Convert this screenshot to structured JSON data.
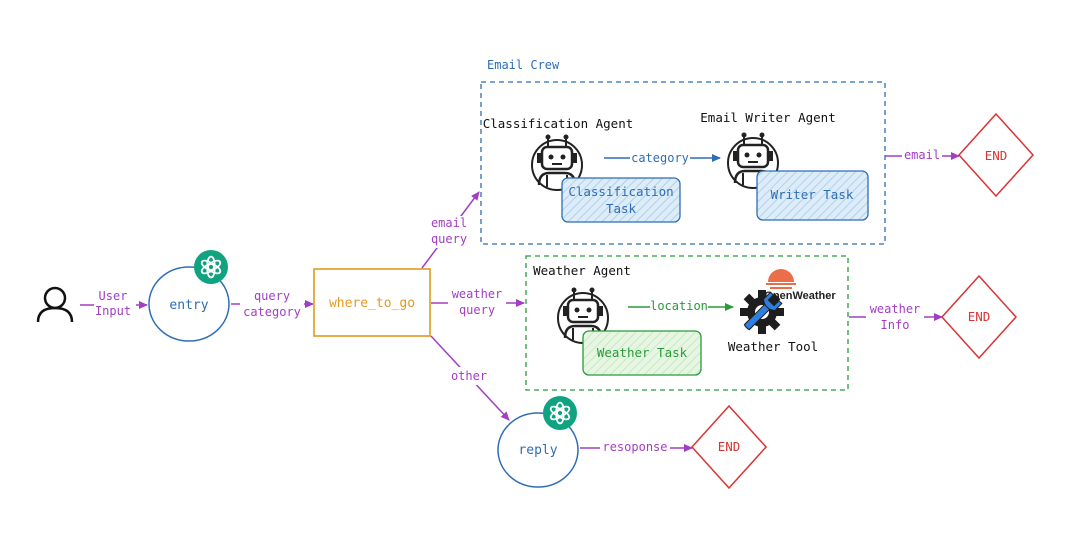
{
  "user_input_label": [
    "User",
    "Input"
  ],
  "entry": {
    "label": "entry"
  },
  "entry_to_router": [
    "query",
    "category"
  ],
  "router": {
    "label": "where_to_go"
  },
  "email_branch": [
    "email",
    "query"
  ],
  "weather_branch": [
    "weather",
    "query"
  ],
  "other_branch": "other",
  "email_crew": {
    "title": "Email Crew",
    "classification_agent": "Classification Agent",
    "classification_task": [
      "Classification",
      "Task"
    ],
    "edge_label": "category",
    "writer_agent": "Email Writer Agent",
    "writer_task": "Writer Task",
    "output_label": "email"
  },
  "weather": {
    "agent": "Weather Agent",
    "task": "Weather Task",
    "edge_label": "location",
    "tool_brand": "OpenWeather",
    "tool_label": "Weather Tool",
    "output_label": [
      "weather",
      "Info"
    ]
  },
  "reply": {
    "label": "reply",
    "output_label": "resoponse"
  },
  "end_label": "END",
  "colors": {
    "purple": "#a23ec4",
    "blue": "#2e6db5",
    "green": "#2a9a3a",
    "red": "#d93434",
    "orange": "#e39a1f",
    "openai_green": "#10a37f",
    "openweather_orange": "#eb6e4b"
  }
}
